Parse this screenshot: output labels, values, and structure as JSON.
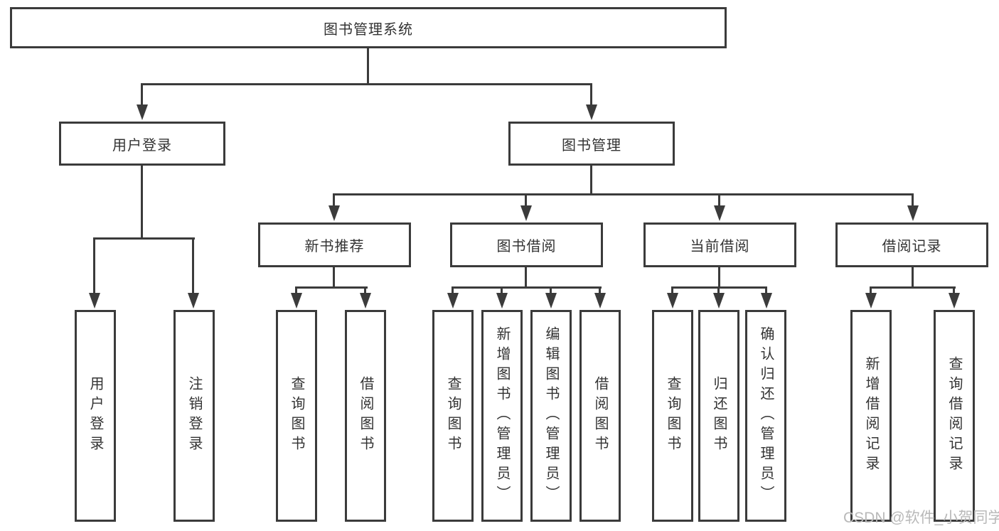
{
  "tree": {
    "label": "图书管理系统",
    "children": [
      {
        "label": "用户登录",
        "children": [
          {
            "label": "用户登录"
          },
          {
            "label": "注销登录"
          }
        ]
      },
      {
        "label": "图书管理",
        "children": [
          {
            "label": "新书推荐",
            "children": [
              {
                "label": "查询图书"
              },
              {
                "label": "借阅图书"
              }
            ]
          },
          {
            "label": "图书借阅",
            "children": [
              {
                "label": "查询图书"
              },
              {
                "label": "新增图书（管理员）"
              },
              {
                "label": "编辑图书（管理员）"
              },
              {
                "label": "借阅图书"
              }
            ]
          },
          {
            "label": "当前借阅",
            "children": [
              {
                "label": "查询图书"
              },
              {
                "label": "归还图书"
              },
              {
                "label": "确认归还（管理员）"
              }
            ]
          },
          {
            "label": "借阅记录",
            "children": [
              {
                "label": "新增借阅记录"
              },
              {
                "label": "查询借阅记录"
              }
            ]
          }
        ]
      }
    ]
  },
  "watermark": "CSDN @软件_小贺同学",
  "colors": {
    "line": "#3b3b3b",
    "box_border": "#3b3b3b",
    "text": "#333333",
    "watermark": "#b9b9b9",
    "background": "#ffffff"
  }
}
